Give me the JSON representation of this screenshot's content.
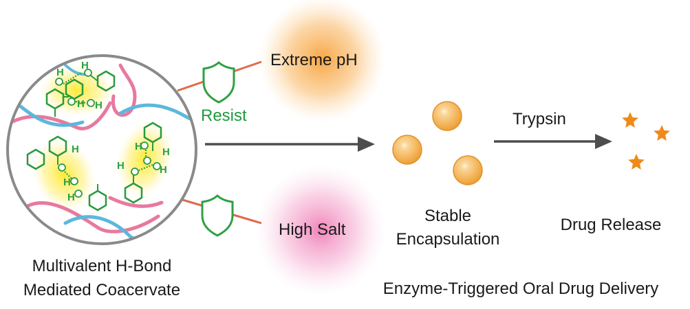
{
  "labels": {
    "extreme_ph": "Extreme pH",
    "high_salt": "High Salt",
    "resist": "Resist",
    "trypsin": "Trypsin",
    "stable_line1": "Stable",
    "stable_line2": "Encapsulation",
    "drug_release": "Drug Release",
    "coacervate_line1": "Multivalent H-Bond",
    "coacervate_line2": "Mediated Coacervate",
    "footer": "Enzyme-Triggered Oral Drug Delivery",
    "h_atom": "H"
  },
  "colors": {
    "arrow": "#4d4d4d",
    "shield": "#2ea043",
    "connector": "#e06a4a",
    "droplet": "#f3b455",
    "star": "#ef8a1a",
    "glow_ph": "#f7a13b",
    "glow_salt": "#ee6fae",
    "polymer_pink": "#e8799e",
    "polymer_blue": "#5db7dd",
    "ring": "#2a9a3e",
    "hbond_glow": "#ffee3a"
  },
  "icons": {
    "shield": "shield-icon",
    "star": "star-icon",
    "droplet": "droplet-icon"
  }
}
